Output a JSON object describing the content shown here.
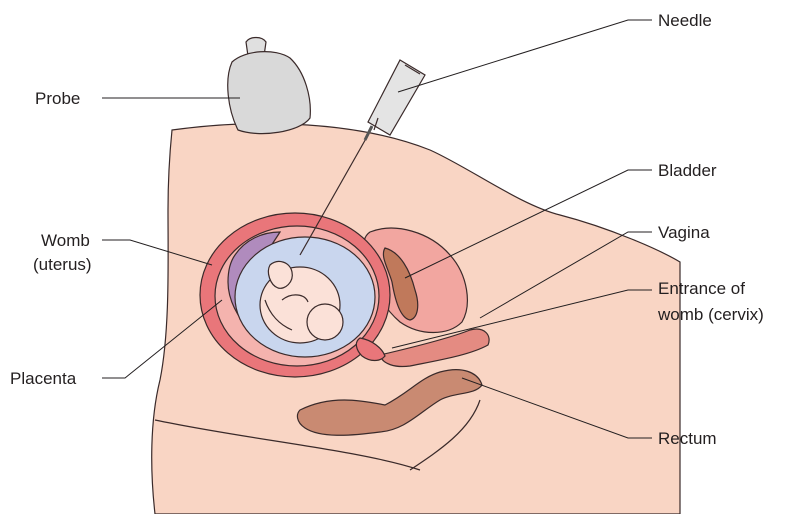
{
  "labels": {
    "needle": "Needle",
    "probe": "Probe",
    "bladder": "Bladder",
    "womb_line1": "Womb",
    "womb_line2": "(uterus)",
    "vagina": "Vagina",
    "cervix_line1": "Entrance of",
    "cervix_line2": "womb (cervix)",
    "placenta": "Placenta",
    "rectum": "Rectum"
  },
  "colors": {
    "skin": "#f9d5c4",
    "skin_outline": "#5a3a32",
    "uterus_wall": "#e9767a",
    "uterus_inner": "#f4b3ae",
    "amniotic_fluid": "#c9d6ee",
    "placenta": "#b08bbd",
    "fetus": "#fbe1d8",
    "bladder_wall": "#f2a6a0",
    "bladder_inner": "#c0795b",
    "rectum": "#c98a72",
    "probe": "#d9d9d9",
    "needle": "#e4e4e4"
  }
}
